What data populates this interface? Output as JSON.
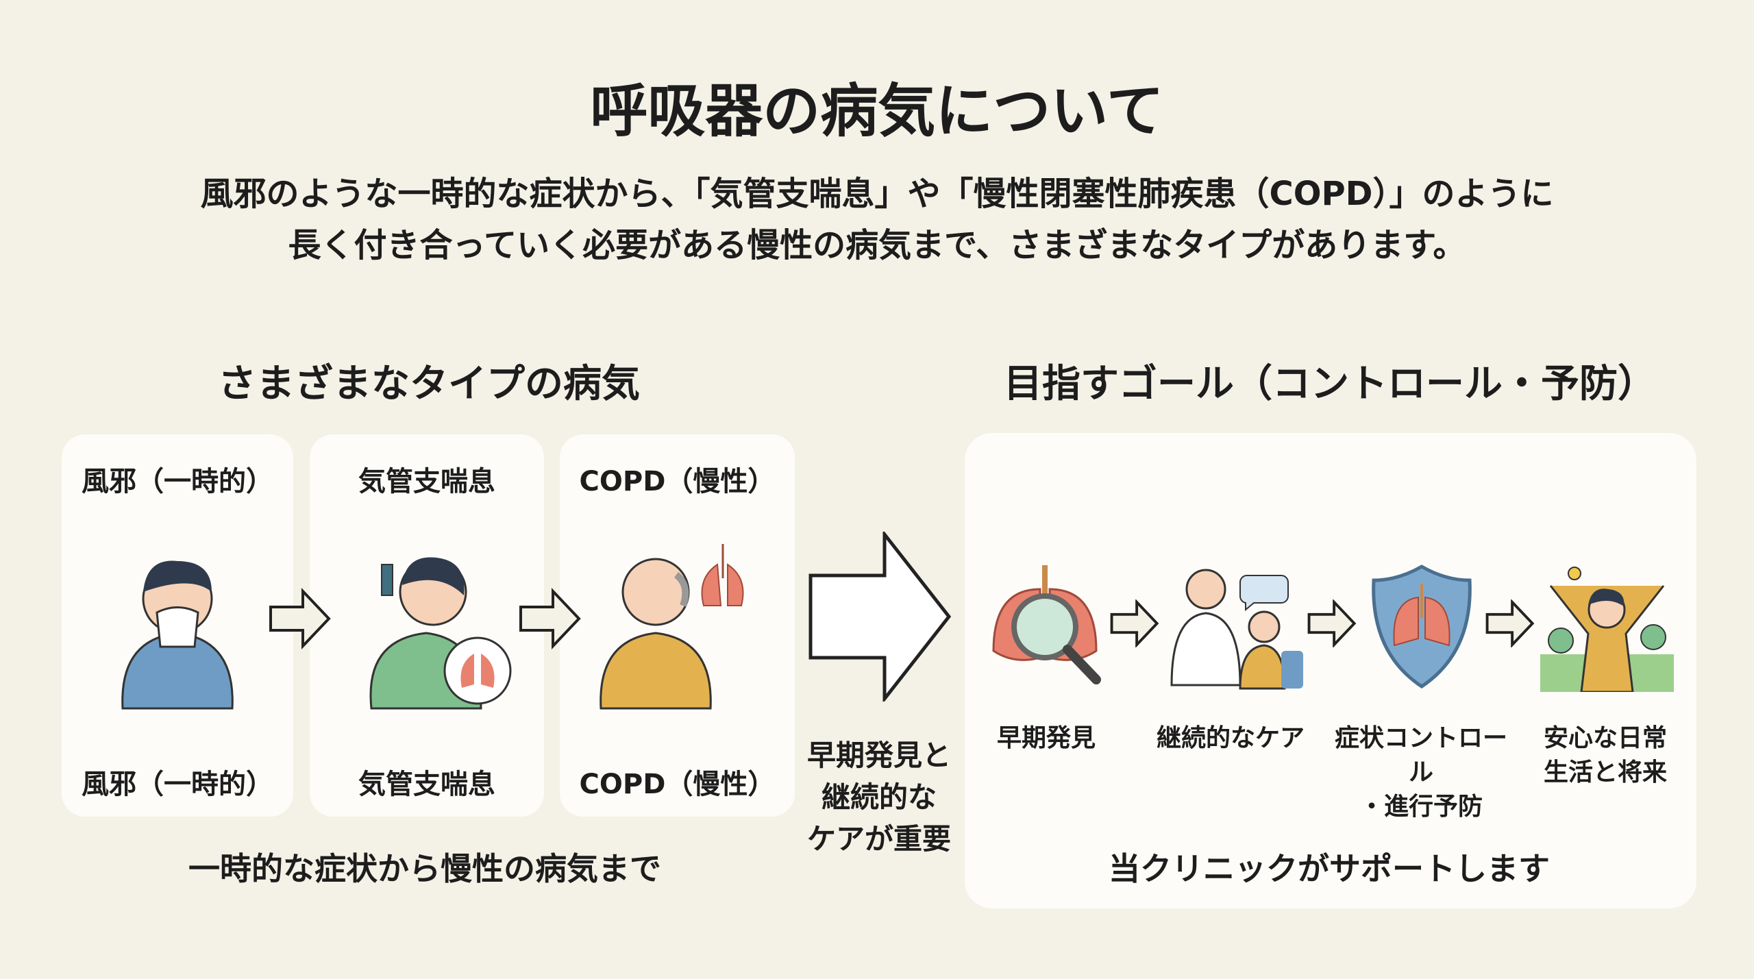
{
  "title": "呼吸器の病気について",
  "subtitle": {
    "line1": "風邪のような一時的な症状から、「気管支喘息」や「慢性閉塞性肺疾患（COPD）」のように",
    "line2": "長く付き合っていく必要がある慢性の病気まで、さまざまなタイプがあります。"
  },
  "left_section": {
    "heading": "さまざまなタイプの病気",
    "cards": [
      {
        "top_label": "風邪（一時的）",
        "bottom_label": "風邪（一時的）",
        "icon": "sneezing-person"
      },
      {
        "top_label": "気管支喘息",
        "bottom_label": "気管支喘息",
        "icon": "inhaler-person"
      },
      {
        "top_label": "COPD（慢性）",
        "bottom_label": "COPD（慢性）",
        "icon": "coughing-elderly-person"
      }
    ],
    "caption": "一時的な症状から慢性の病気まで"
  },
  "middle": {
    "lines": [
      "早期発見と",
      "継続的な",
      "ケアが重要"
    ]
  },
  "right_section": {
    "heading": "目指すゴール（コントロール・予防）",
    "steps": [
      {
        "lines": [
          "早期発見"
        ],
        "icon": "lungs-magnifier"
      },
      {
        "lines": [
          "継続的なケア"
        ],
        "icon": "doctor-consultation"
      },
      {
        "lines": [
          "症状コントロール",
          "・進行予防"
        ],
        "icon": "shield-lungs"
      },
      {
        "lines": [
          "安心な日常",
          "生活と将来"
        ],
        "icon": "happy-person"
      }
    ],
    "caption": "当クリニックがサポートします"
  },
  "colors": {
    "background": "#f4f1e6",
    "card": "#fdfcf8",
    "lung": "#e8826e",
    "blue": "#6f9cc4",
    "green": "#7fbf8e",
    "yellow": "#e3b24f"
  }
}
